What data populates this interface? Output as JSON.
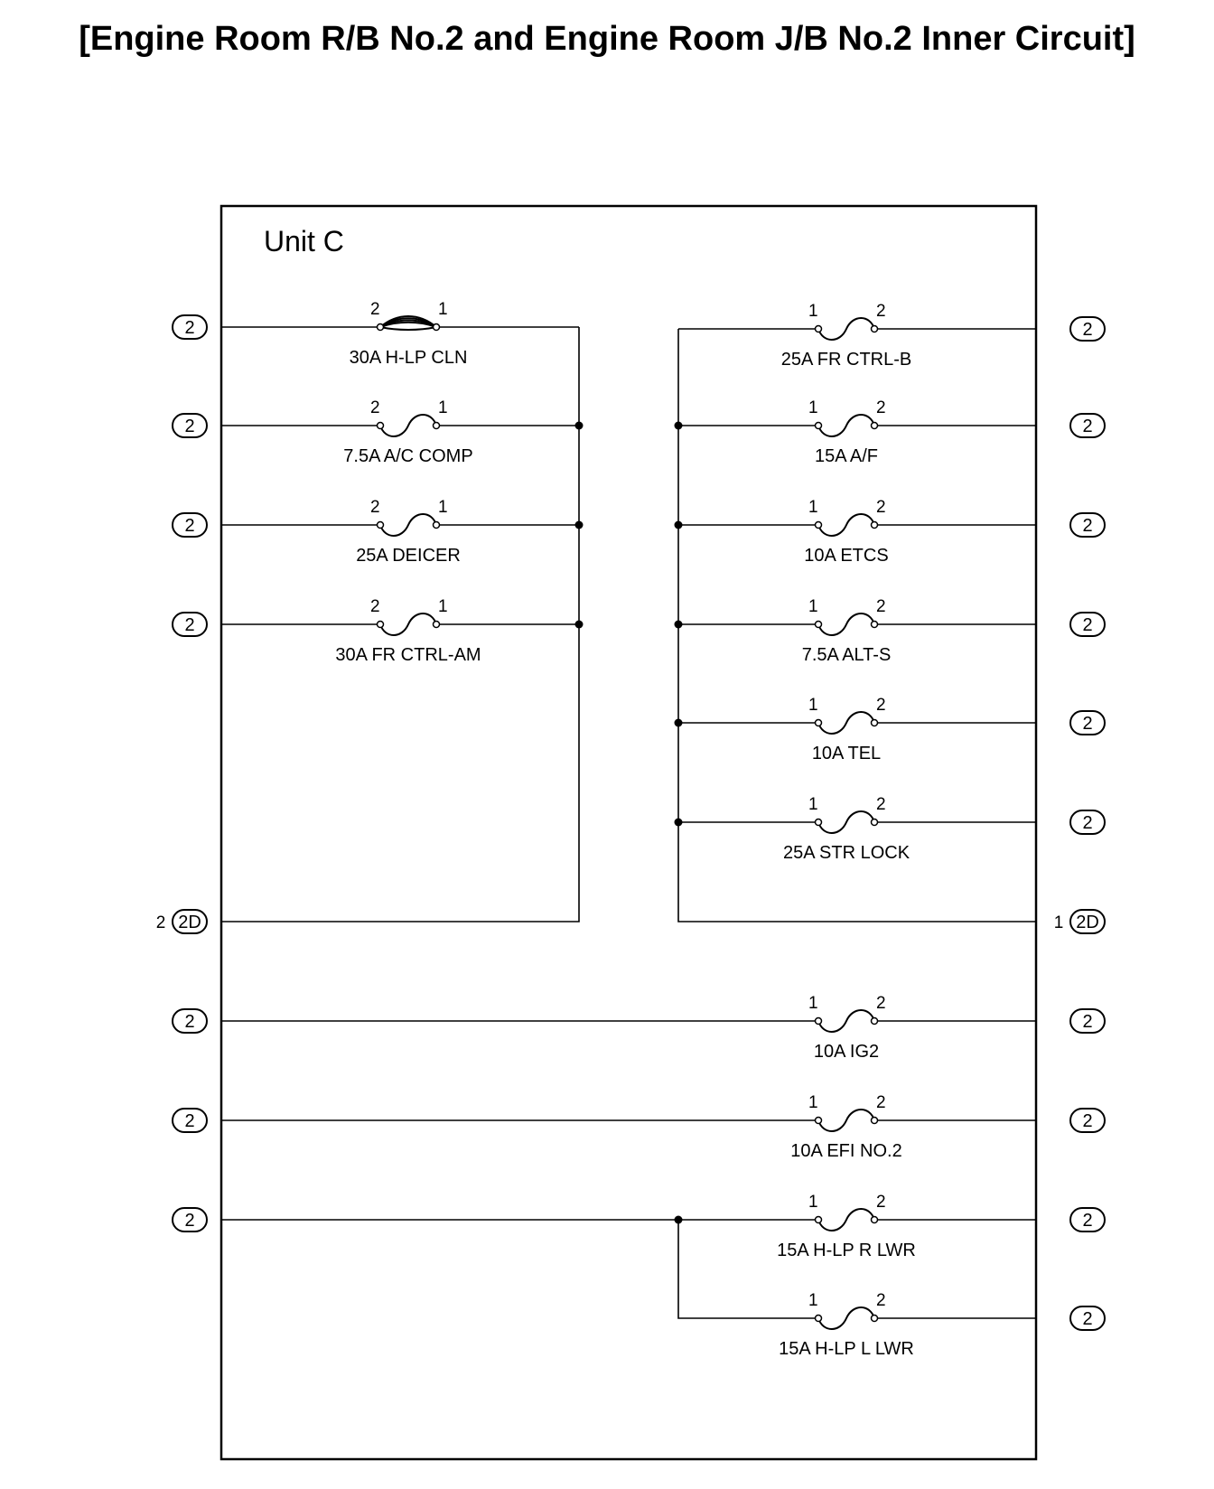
{
  "title": "[Engine Room R/B No.2 and Engine Room J/B No.2 Inner Circuit]",
  "unit_label": "Unit C",
  "connectors": {
    "standard": "2",
    "two_d": "2D",
    "left_two_d_pin": "2",
    "right_two_d_pin": "1"
  },
  "fuses": [
    {
      "id": "h-lp-cln",
      "label": "30A H-LP CLN",
      "left_pin": "2",
      "right_pin": "1"
    },
    {
      "id": "ac-comp",
      "label": "7.5A A/C COMP",
      "left_pin": "2",
      "right_pin": "1"
    },
    {
      "id": "deicer",
      "label": "25A DEICER",
      "left_pin": "2",
      "right_pin": "1"
    },
    {
      "id": "fr-ctrl-am",
      "label": "30A FR CTRL-AM",
      "left_pin": "2",
      "right_pin": "1"
    },
    {
      "id": "fr-ctrl-b",
      "label": "25A FR CTRL-B",
      "left_pin": "1",
      "right_pin": "2"
    },
    {
      "id": "af",
      "label": "15A A/F",
      "left_pin": "1",
      "right_pin": "2"
    },
    {
      "id": "etcs",
      "label": "10A ETCS",
      "left_pin": "1",
      "right_pin": "2"
    },
    {
      "id": "alt-s",
      "label": "7.5A ALT-S",
      "left_pin": "1",
      "right_pin": "2"
    },
    {
      "id": "tel",
      "label": "10A TEL",
      "left_pin": "1",
      "right_pin": "2"
    },
    {
      "id": "str-lock",
      "label": "25A STR LOCK",
      "left_pin": "1",
      "right_pin": "2"
    },
    {
      "id": "ig2",
      "label": "10A IG2",
      "left_pin": "1",
      "right_pin": "2"
    },
    {
      "id": "efi-no2",
      "label": "10A EFI NO.2",
      "left_pin": "1",
      "right_pin": "2"
    },
    {
      "id": "h-lp-r-lwr",
      "label": "15A H-LP R LWR",
      "left_pin": "1",
      "right_pin": "2"
    },
    {
      "id": "h-lp-l-lwr",
      "label": "15A H-LP L LWR",
      "left_pin": "1",
      "right_pin": "2"
    }
  ]
}
